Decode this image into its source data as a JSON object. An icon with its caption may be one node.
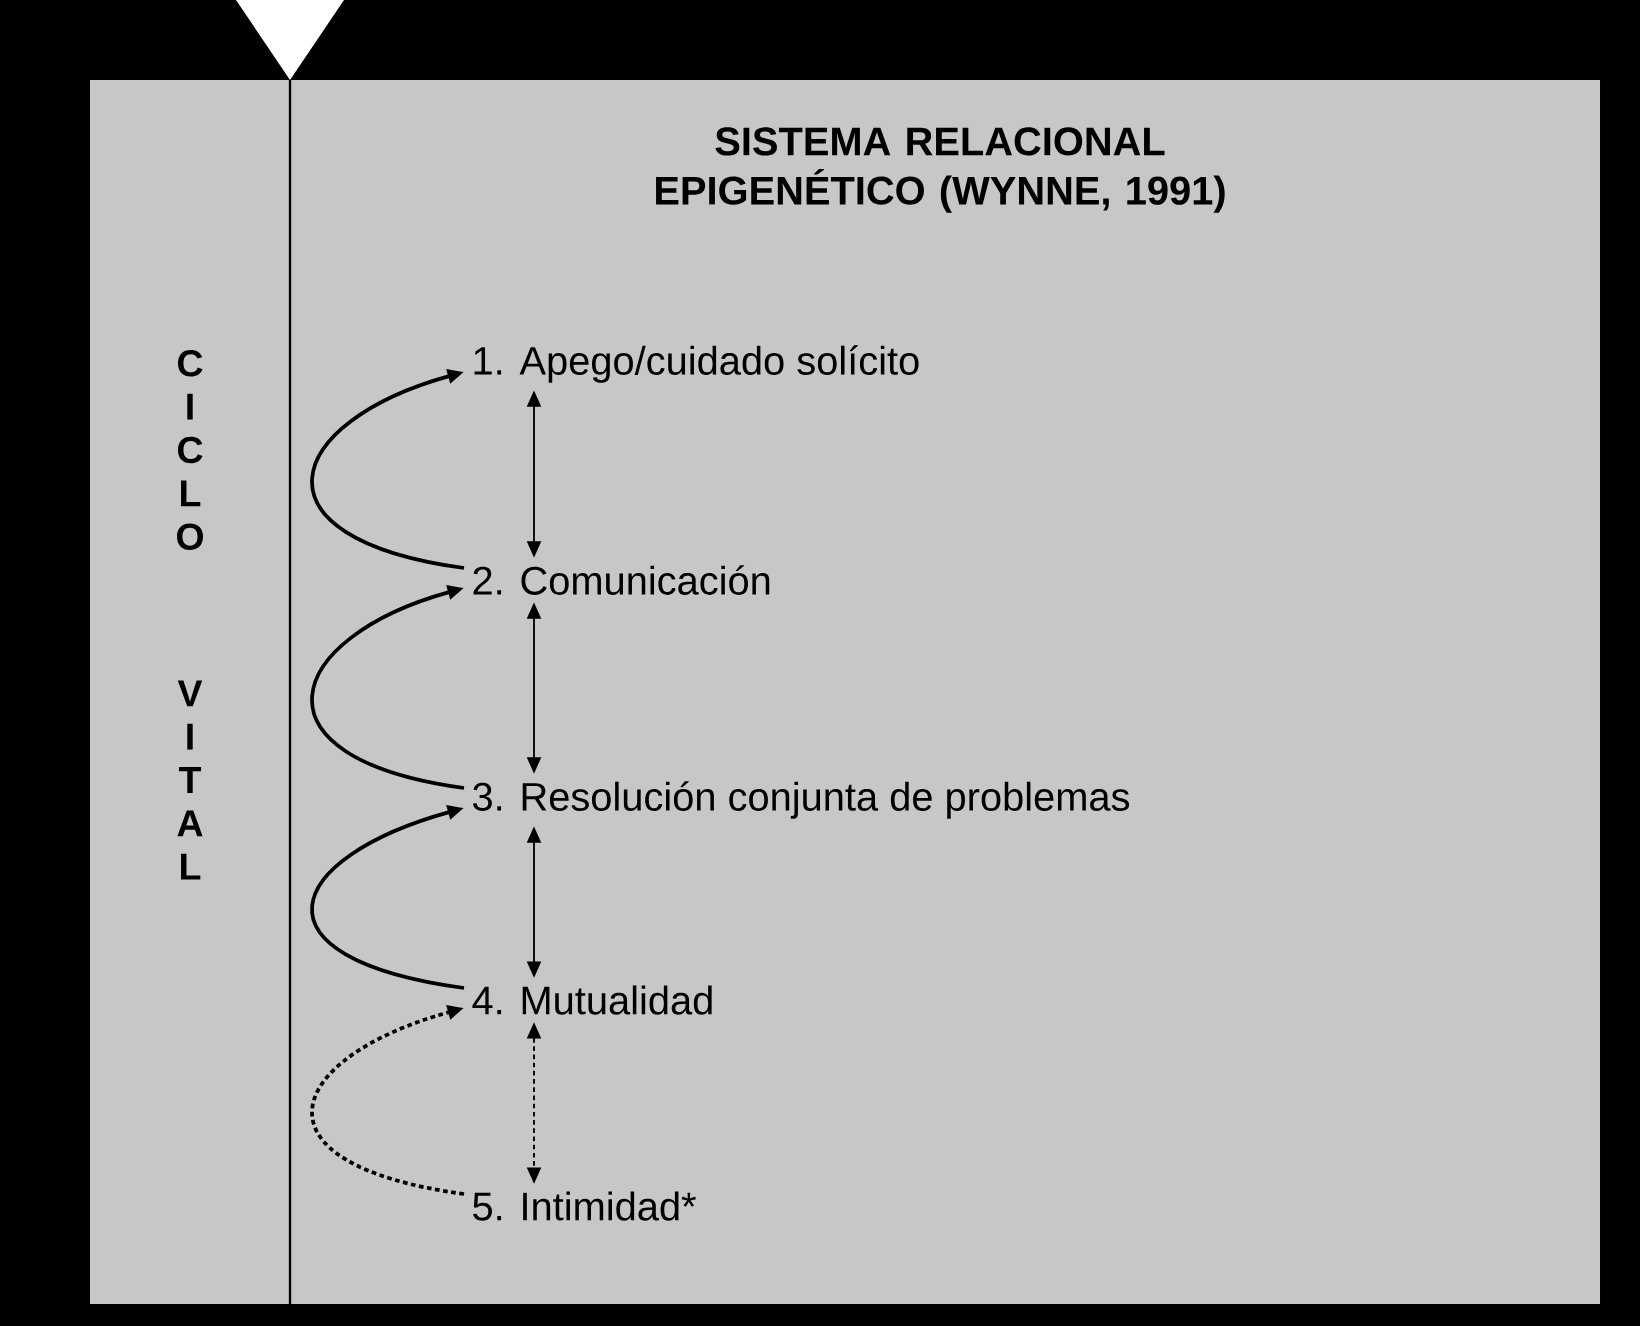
{
  "diagram": {
    "title": "SISTEMA RELACIONAL EPIGENÉTICO (WYNNE, 1991)",
    "nodes": [
      {
        "text": [
          "1. Apego/cuidado solícito"
        ]
      },
      {
        "text": [
          "2. Comunicación"
        ]
      },
      {
        "text": [
          "3. Resolución conjunta de problemas"
        ]
      },
      {
        "text": [
          "4. Mutualidad"
        ]
      },
      {
        "text": [
          "5. Intimidad*"
        ]
      }
    ],
    "edges": [
      {
        "from": 1,
        "to": 0,
        "arrow": "to"
      },
      {
        "from": 2,
        "to": 1,
        "arrow": "to"
      },
      {
        "from": 3,
        "to": 2,
        "arrow": "to"
      },
      {
        "from": 4,
        "to": 3,
        "arrow": "to",
        "style": "dashed"
      },
      {
        "from": 0,
        "to": 1,
        "arrow": "both"
      },
      {
        "from": 1,
        "to": 2,
        "arrow": "both"
      },
      {
        "from": 2,
        "to": 3,
        "arrow": "both"
      },
      {
        "from": 3,
        "to": 4,
        "arrow": "both",
        "style": "dashed"
      }
    ],
    "labels": [
      "C I C L O",
      "V I T A L"
    ]
  }
}
